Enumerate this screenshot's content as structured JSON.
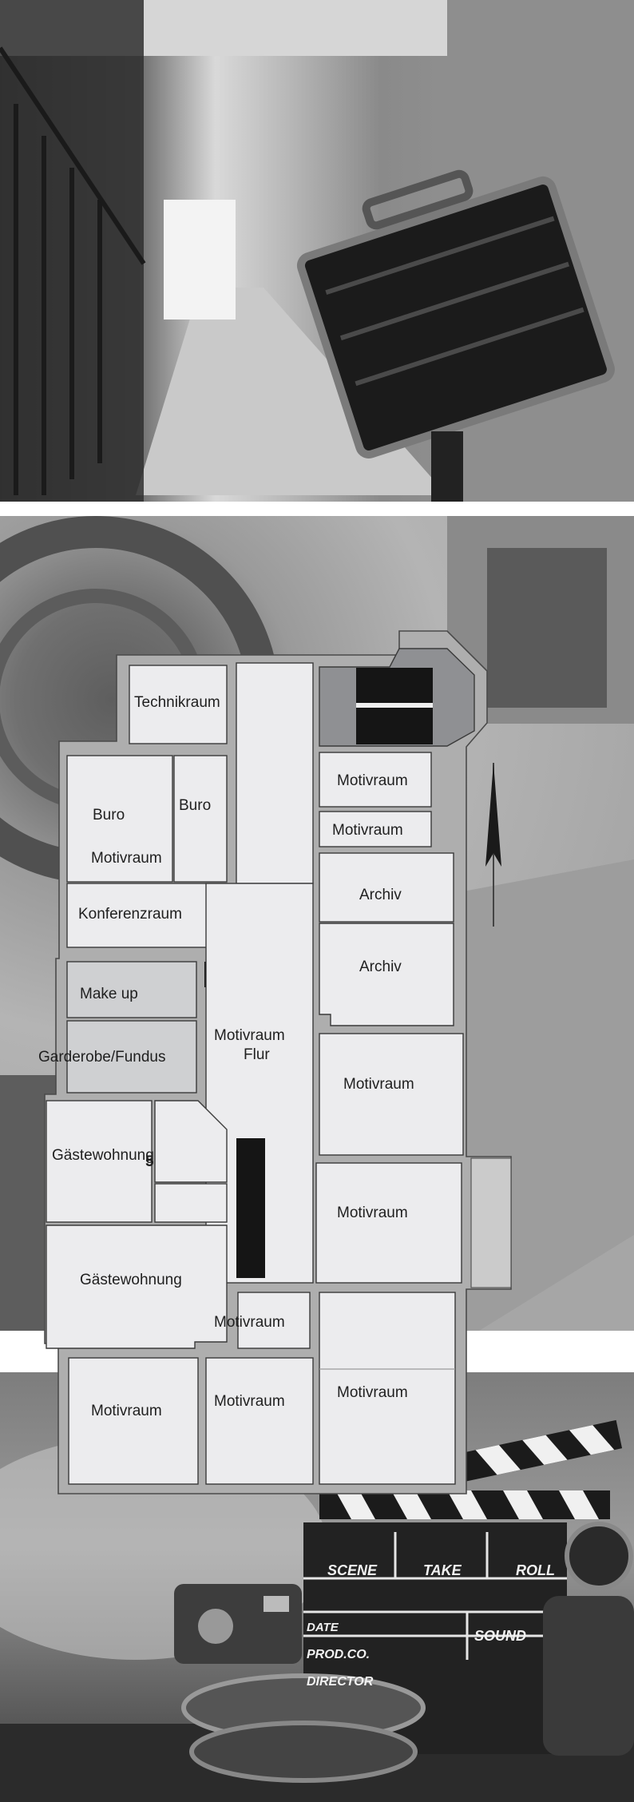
{
  "rooms": {
    "technikraum": "Technikraum",
    "buro_1": "Buro",
    "buro_2": "Buro",
    "motivraum_buro": "Motivraum",
    "konferenzraum": "Konferenzraum",
    "make_up": "Make up",
    "garderobe": "Garderobe/Fundus",
    "gaestewohnung_1": "Gästewohnung",
    "gaestewohnung_number": "5",
    "gaestewohnung_2": "Gästewohnung",
    "motivraum_flur_1": "Motivraum",
    "motivraum_flur_2": "Flur",
    "motivraum_small_1": "Motivraum",
    "motivraum_small_2": "Motivraum",
    "archiv_1": "Archiv",
    "archiv_2": "Archiv",
    "motivraum_right_1": "Motivraum",
    "motivraum_right_2": "Motivraum",
    "motivraum_corridor_end": "Motivraum",
    "motivraum_bottom_left": "Motivraum",
    "motivraum_bottom_mid": "Motivraum",
    "motivraum_bottom_right": "Motivraum"
  },
  "clapperboard": {
    "scene": "SCENE",
    "take": "TAKE",
    "roll": "ROLL",
    "date": "DATE",
    "sound": "SOUND",
    "prod": "PROD.CO.",
    "director": "DIRECTOR"
  }
}
